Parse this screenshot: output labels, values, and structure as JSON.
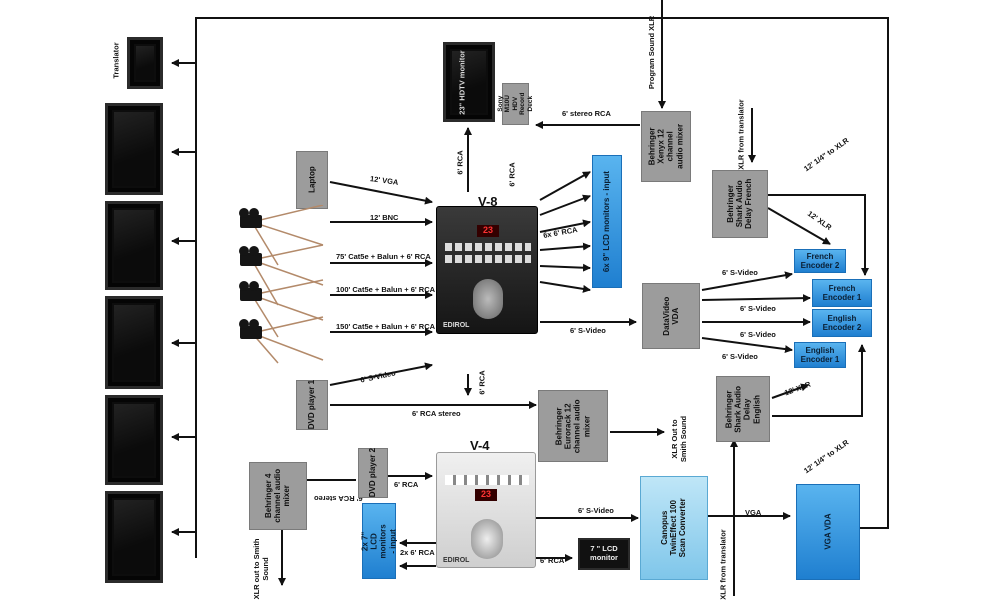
{
  "devices": {
    "translator_label": "Translator",
    "hdtv_monitor": "23\" HDTV monitor",
    "record_deck": "Sony M10U HDV Record Deck",
    "laptop": "Laptop",
    "v8_title": "V-8",
    "v8_brand": "EDIROL",
    "lcd_monitors_9": "6x 9\" LCD monitors - input",
    "xenyx_mixer": "Behringer Xenyx 12 channel audio mixer",
    "shark_french": "Behringer Shark Audio Delay French",
    "french_encoder_2": "French Encoder 2",
    "french_encoder_1": "French Encoder 1",
    "english_encoder_2": "English Encoder 2",
    "english_encoder_1": "English Encoder 1",
    "datavideo_vda": "DataVideo VDA",
    "dvd_player_1": "DVD player 1",
    "eurorack_mixer": "Behringer Eurorack 12 channel audio mixer",
    "shark_english": "Behringer Shark Audio Delay English",
    "behringer_4ch": "Behringer 4 channel audio mixer",
    "dvd_player_2": "DVD player 2",
    "v4_title": "V-4",
    "v4_brand": "EDIROL",
    "lcd_monitors_7": "2x 7\" LCD monitors - input",
    "lcd_7_monitor": "7 \" LCD monitor",
    "canopus": "Canopus TwinEffect 100 Scan Converter",
    "vga_vda": "VGA VDA"
  },
  "labels": {
    "program_sound": "Program Sound XLR",
    "stereo_rca_6": "6' stereo RCA",
    "rca_6_a": "6' RCA",
    "rca_6_b": "6' RCA",
    "xlr_translator_top": "XLR from translator",
    "quarter_xlr_top": "12' 1/4\" to XLR",
    "vga_12": "12' VGA",
    "bnc_12": "12' BNC",
    "cable_75": "75' Cat5e + Balun + 6' RCA",
    "cable_100": "100' Cat5e + Balun + 6' RCA",
    "cable_150": "150' Cat5e + Balun + 6' RCA",
    "rca_6x6": "6x 6' RCA",
    "xlr_12": "12' XLR",
    "svideo_a": "6' S-Video",
    "svideo_b": "6' S-Video",
    "svideo_c": "6' S-Video",
    "svideo_d": "6' S-Video",
    "svideo_v8": "6' S-Video",
    "svideo_dvd1": "6' S-Video",
    "rca_v8_down": "6' RCA",
    "rca_stereo_dvd": "6' RCA stereo",
    "xlr_12_eng": "12' XLR",
    "xlr_smith_sound": "XLR Out to Smith Sound",
    "quarter_xlr_bottom": "12' 1/4\" to XLR",
    "rca_stereo_4ch": "6' RCA stereo",
    "rca_dvd2": "6' RCA",
    "svideo_v4": "6' S-Video",
    "rca_2x6": "2x 6' RCA",
    "rca_v4_lcd": "6' RCA",
    "vga": "VGA",
    "xlr_out_smith": "XLR out to Smith Sound",
    "xlr_translator_bottom": "XLR from translator"
  },
  "colors": {
    "gray_box": "#9c9c9c",
    "blue_box": "#2f8fdb",
    "light_blue_box": "#9fd6f0",
    "line": "#111111"
  }
}
